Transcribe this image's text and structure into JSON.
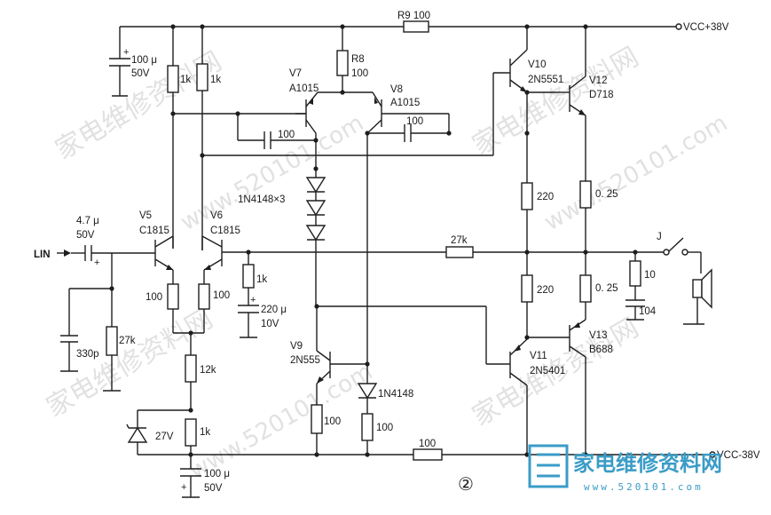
{
  "labels": {
    "r9": "R9  100",
    "vcc_pos": "VCC+38V",
    "vcc_neg": "VCC-38V",
    "c_top_val": "100 μ",
    "c_top_v": "50V",
    "r_1k_a": "1k",
    "r_1k_b": "1k",
    "r8": "R8",
    "r8_val": "100",
    "v7": "V7",
    "v7_type": "A1015",
    "v8": "V8",
    "v8_type": "A1015",
    "c_v7": "100",
    "c_v8": "100",
    "v10": "V10",
    "v10_type": "2N5551",
    "v12": "V12",
    "v12_type": "D718",
    "diodes": "1N4148×3",
    "r_220_top": "220",
    "r_025_top": "0. 25",
    "c_in_val": "4.7 μ",
    "c_in_v": "50V",
    "v5": "V5",
    "v5_type": "C1815",
    "v6": "V6",
    "v6_type": "C1815",
    "lin": "LIN",
    "r_27k_fb": "27k",
    "switch_j": "J",
    "r_1k_c": "1k",
    "r_100_v5": "100",
    "r_100_v6": "100",
    "c_220": "220 μ",
    "c_220_v": "10V",
    "r_220_bot": "220",
    "r_025_bot": "0. 25",
    "r_10": "10",
    "c_104": "104",
    "c_330p": "330p",
    "r_27k_in": "27k",
    "r_12k": "12k",
    "v9": "V9",
    "v9_type": "2N555",
    "d_1n4148": "1N4148",
    "v11": "V11",
    "v11_type": "2N5401",
    "v13": "V13",
    "v13_type": "B688",
    "zener": "27V",
    "r_1k_d": "1k",
    "r_100_v9": "100",
    "r_100_d": "100",
    "r_100_bot": "100",
    "c_bot_val": "100 μ",
    "c_bot_v": "50V",
    "fig_num": "②"
  },
  "watermark": {
    "text": "家电维修资料网",
    "url": "www.520101.com",
    "logo_text": "家电维修资料网",
    "logo_url": "www.520101.com"
  },
  "colors": {
    "ink": "#1e1e1e",
    "logo": "#3a9cc7",
    "watermark": "#c9c9c9"
  }
}
